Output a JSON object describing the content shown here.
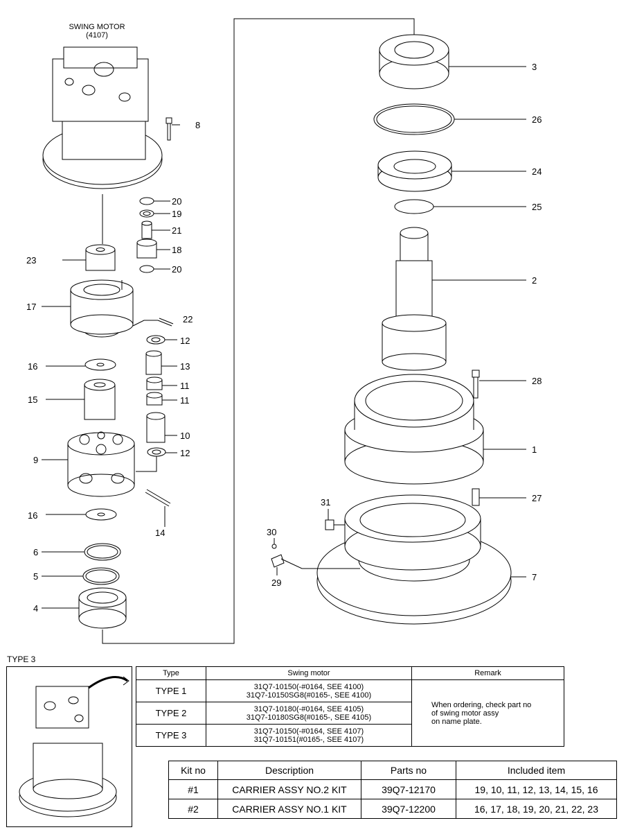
{
  "motor_title": "SWING MOTOR",
  "motor_code": "(4107)",
  "callouts": {
    "n1": "1",
    "n2": "2",
    "n3": "3",
    "n4": "4",
    "n5": "5",
    "n6": "6",
    "n7": "7",
    "n8": "8",
    "n9": "9",
    "n10": "10",
    "n11a": "11",
    "n11b": "11",
    "n12a": "12",
    "n12b": "12",
    "n13": "13",
    "n14": "14",
    "n15": "15",
    "n16a": "16",
    "n16b": "16",
    "n17": "17",
    "n18": "18",
    "n19": "19",
    "n20a": "20",
    "n20b": "20",
    "n21": "21",
    "n22": "22",
    "n23": "23",
    "n24": "24",
    "n25": "25",
    "n26": "26",
    "n27": "27",
    "n28": "28",
    "n29": "29",
    "n30": "30",
    "n31": "31"
  },
  "type3_label": "TYPE 3",
  "type_table": {
    "headers": [
      "Type",
      "Swing motor",
      "Remark"
    ],
    "rows": [
      {
        "type": "TYPE 1",
        "motor_1": "31Q7-10150(-#0164, SEE 4100)",
        "motor_2": "31Q7-10150SG8(#0165-, SEE 4100)"
      },
      {
        "type": "TYPE 2",
        "motor_1": "31Q7-10180(-#0164, SEE 4105)",
        "motor_2": "31Q7-10180SG8(#0165-, SEE 4105)"
      },
      {
        "type": "TYPE 3",
        "motor_1": "31Q7-10150(-#0164, SEE 4107)",
        "motor_2": "31Q7-10151(#0165-, SEE 4107)"
      }
    ],
    "remark_1": "When ordering, check part no",
    "remark_2": "of swing motor assy",
    "remark_3": "on name plate."
  },
  "kit_table": {
    "headers": [
      "Kit no",
      "Description",
      "Parts no",
      "Included item"
    ],
    "rows": [
      {
        "kit": "#1",
        "desc": "CARRIER ASSY NO.2 KIT",
        "part": "39Q7-12170",
        "items": "19, 10, 11, 12, 13, 14, 15, 16"
      },
      {
        "kit": "#2",
        "desc": "CARRIER ASSY NO.1 KIT",
        "part": "39Q7-12200",
        "items": "16, 17, 18, 19, 20, 21, 22, 23"
      }
    ]
  }
}
